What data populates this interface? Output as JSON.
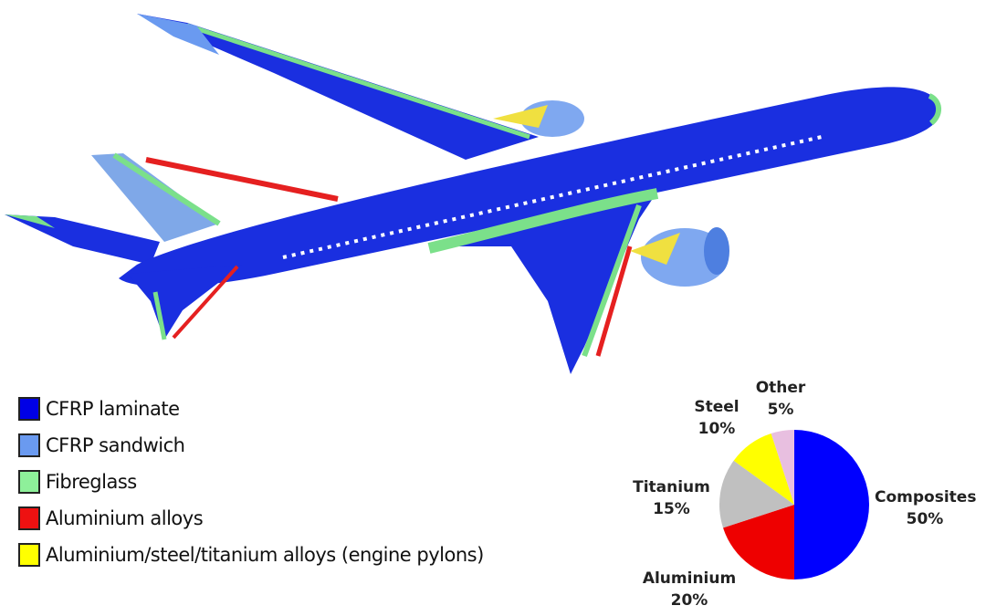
{
  "legend": [
    {
      "label": "CFRP laminate",
      "color": "#0000e6"
    },
    {
      "label": "CFRP sandwich",
      "color": "#6a9af0"
    },
    {
      "label": "Fibreglass",
      "color": "#8ef09a"
    },
    {
      "label": "Aluminium alloys",
      "color": "#ee1111"
    },
    {
      "label": "Aluminium/steel/titanium alloys (engine pylons)",
      "color": "#ffff00"
    }
  ],
  "chart_data": {
    "type": "pie",
    "title": "",
    "slices": [
      {
        "label": "Composites",
        "value": 50,
        "value_label": "50%",
        "color": "#0000ff"
      },
      {
        "label": "Aluminium",
        "value": 20,
        "value_label": "20%",
        "color": "#ee0000"
      },
      {
        "label": "Titanium",
        "value": 15,
        "value_label": "15%",
        "color": "#c0c0c0"
      },
      {
        "label": "Steel",
        "value": 10,
        "value_label": "10%",
        "color": "#ffff00"
      },
      {
        "label": "Other",
        "value": 5,
        "value_label": "5%",
        "color": "#e8bfe0"
      }
    ]
  }
}
